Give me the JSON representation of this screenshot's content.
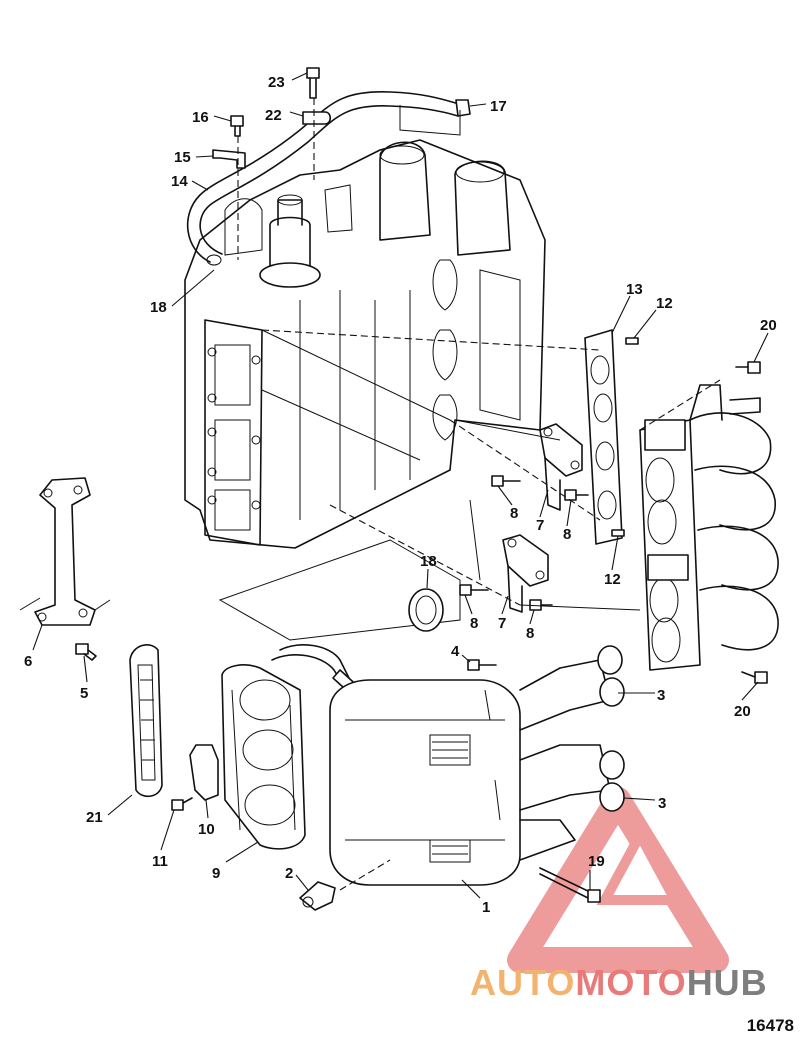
{
  "callouts": [
    {
      "id": "23",
      "label": "23"
    },
    {
      "id": "22",
      "label": "22"
    },
    {
      "id": "17",
      "label": "17"
    },
    {
      "id": "16",
      "label": "16"
    },
    {
      "id": "15",
      "label": "15"
    },
    {
      "id": "14",
      "label": "14"
    },
    {
      "id": "18a",
      "label": "18"
    },
    {
      "id": "13",
      "label": "13"
    },
    {
      "id": "12a",
      "label": "12"
    },
    {
      "id": "20a",
      "label": "20"
    },
    {
      "id": "8a",
      "label": "8"
    },
    {
      "id": "7a",
      "label": "7"
    },
    {
      "id": "8b",
      "label": "8"
    },
    {
      "id": "12b",
      "label": "12"
    },
    {
      "id": "18b",
      "label": "18"
    },
    {
      "id": "8c",
      "label": "8"
    },
    {
      "id": "7b",
      "label": "7"
    },
    {
      "id": "8d",
      "label": "8"
    },
    {
      "id": "6",
      "label": "6"
    },
    {
      "id": "5",
      "label": "5"
    },
    {
      "id": "4",
      "label": "4"
    },
    {
      "id": "3a",
      "label": "3"
    },
    {
      "id": "20b",
      "label": "20"
    },
    {
      "id": "21",
      "label": "21"
    },
    {
      "id": "10",
      "label": "10"
    },
    {
      "id": "11",
      "label": "11"
    },
    {
      "id": "9",
      "label": "9"
    },
    {
      "id": "3b",
      "label": "3"
    },
    {
      "id": "19",
      "label": "19"
    },
    {
      "id": "2",
      "label": "2"
    },
    {
      "id": "1",
      "label": "1"
    }
  ],
  "reference_number": "16478",
  "watermark": {
    "part1": "AUTO",
    "part2": "MOTO",
    "part3": "HUB"
  },
  "colors": {
    "line": "#111111",
    "watermark_orange": "#f2b36e",
    "watermark_red": "#e87a7a",
    "watermark_gray": "#7e7e7e"
  }
}
